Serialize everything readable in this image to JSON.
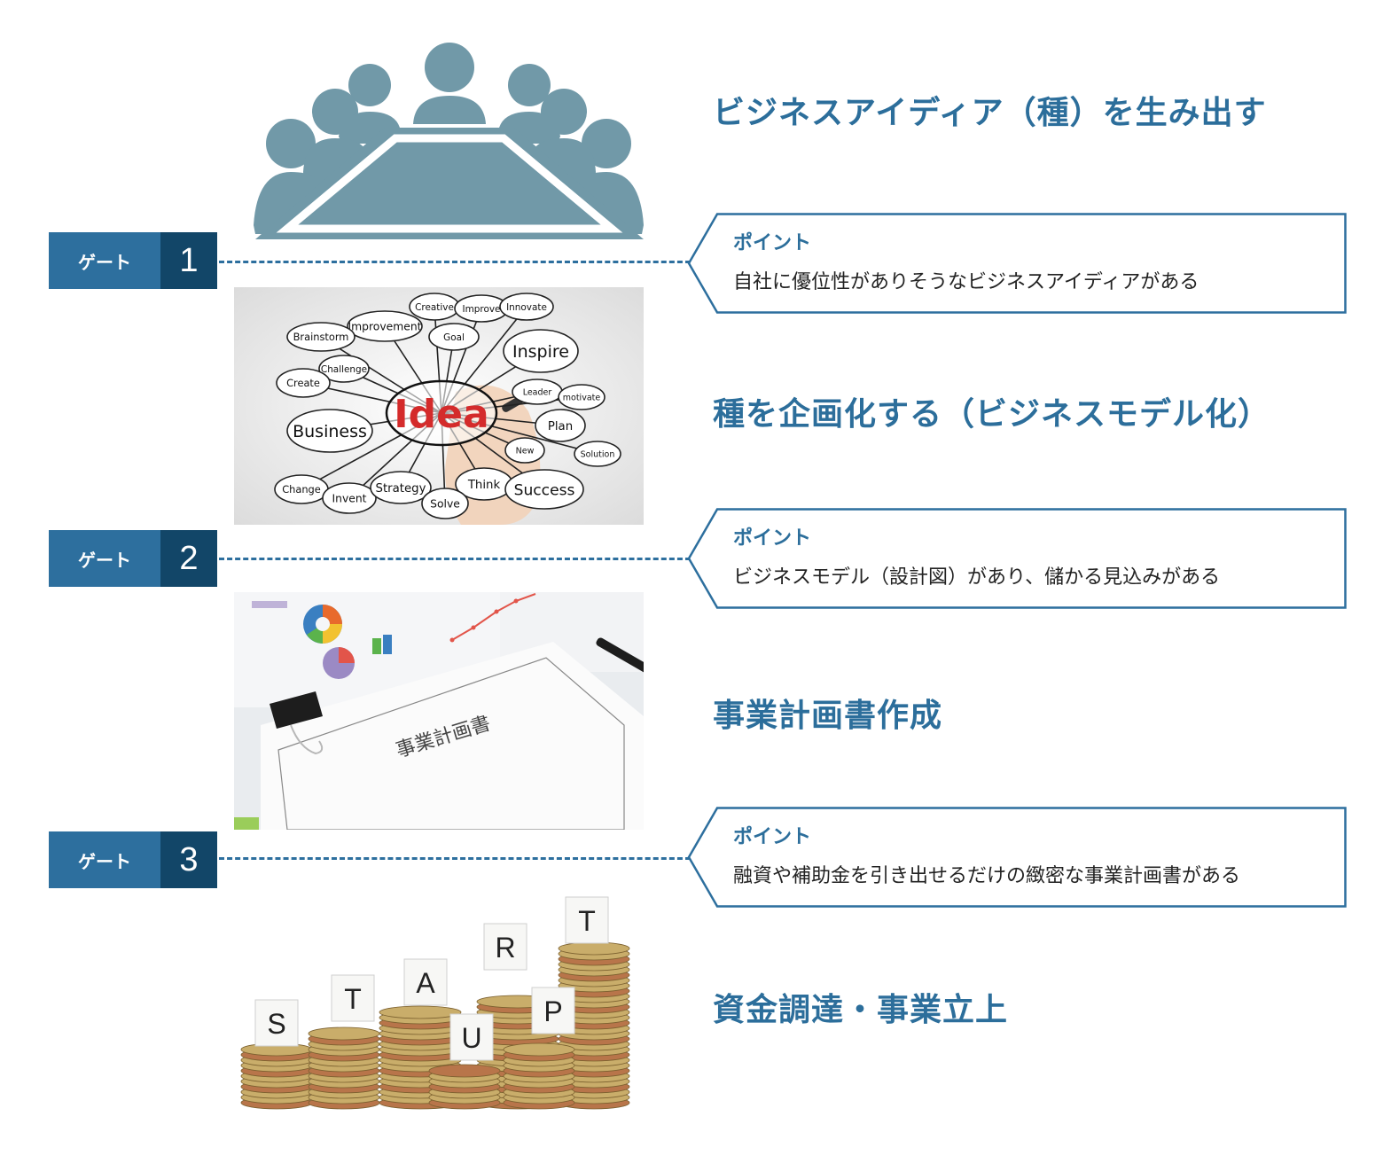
{
  "stages": [
    {
      "title": "ビジネスアイディア（種）を生み出す",
      "icon": "meeting-people-icon"
    },
    {
      "title": "種を企画化する（ビジネスモデル化）",
      "image": "idea-mindmap-photo"
    },
    {
      "title": "事業計画書作成",
      "image": "business-plan-document-photo"
    },
    {
      "title": "資金調達・事業立上",
      "image": "startup-coins-photo"
    }
  ],
  "gates": [
    {
      "label": "ゲート",
      "number": "1",
      "point_heading": "ポイント",
      "point_text": "自社に優位性がありそうなビジネスアイディアがある"
    },
    {
      "label": "ゲート",
      "number": "2",
      "point_heading": "ポイント",
      "point_text": "ビジネスモデル（設計図）があり、儲かる見込みがある"
    },
    {
      "label": "ゲート",
      "number": "3",
      "point_heading": "ポイント",
      "point_text": "融資や補助金を引き出せるだけの緻密な事業計画書がある"
    }
  ],
  "images": {
    "mindmap": {
      "center": "Idea",
      "words": [
        "Creative",
        "Improve",
        "Innovate",
        "Improvement",
        "Goal",
        "Inspire",
        "Brainstorm",
        "Challenge",
        "Create",
        "Leader",
        "motivate",
        "Plan",
        "Business",
        "Solution",
        "New",
        "Change",
        "Invent",
        "Strategy",
        "Think",
        "Success",
        "Solve"
      ]
    },
    "document": {
      "title": "事業計画書"
    },
    "startup": {
      "letters": [
        "S",
        "T",
        "A",
        "R",
        "T",
        "U",
        "P"
      ]
    }
  },
  "colors": {
    "title_blue": "#2c6e9b",
    "gate_label_bg": "#2d6f9e",
    "gate_number_bg": "#124668",
    "icon_gray_blue": "#7199a8",
    "idea_red": "#d42b2b"
  }
}
